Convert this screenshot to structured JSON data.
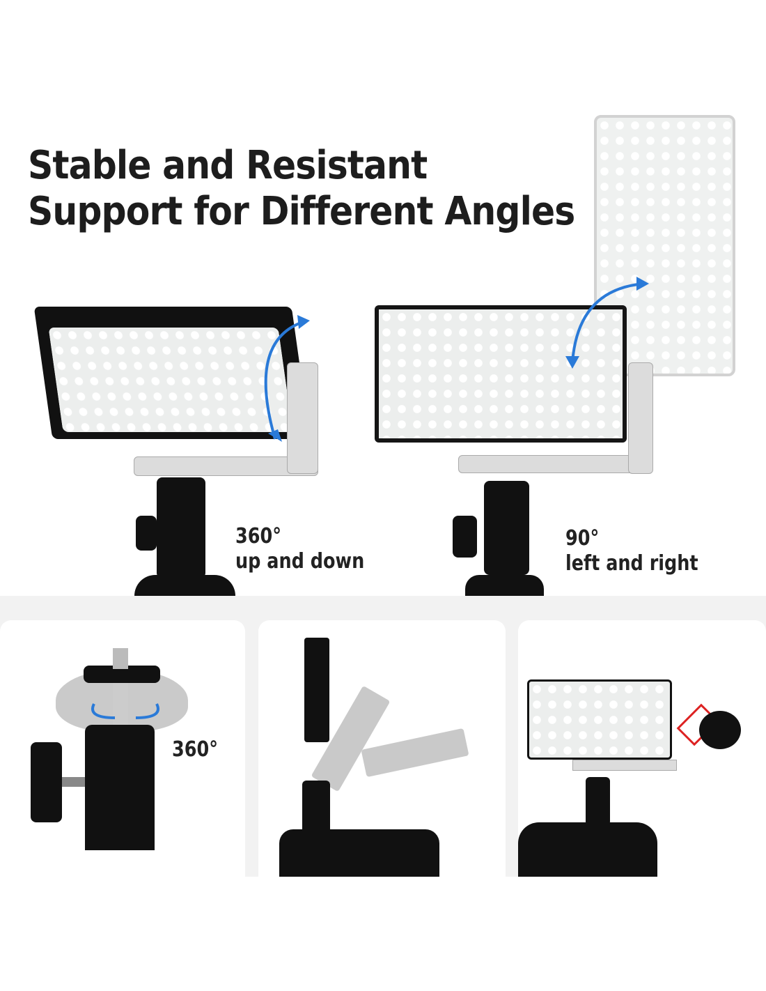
{
  "title": {
    "line1": "Stable and Resistant",
    "line2": "Support for Different Angles"
  },
  "left_demo": {
    "angle": "360°",
    "caption": "up and down"
  },
  "right_demo": {
    "angle": "90°",
    "caption": "left and right"
  },
  "bottom_cards": [
    {
      "angle": "360°"
    }
  ],
  "colors": {
    "arrow": "#2a7ad8",
    "background": "#f2f2f2",
    "text": "#1d1d1d"
  }
}
